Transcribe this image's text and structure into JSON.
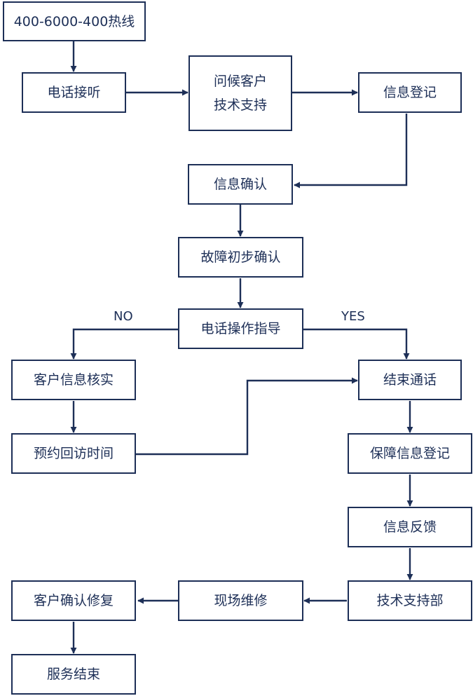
{
  "colors": {
    "stroke": "#1d2f57",
    "background": "#ffffff"
  },
  "nodes": {
    "hotline": "400-6000-400热线",
    "answer": "电话接听",
    "greet_line1": "问候客户",
    "greet_line2": "技术支持",
    "register": "信息登记",
    "confirm": "信息确认",
    "fault": "故障初步确认",
    "guide": "电话操作指导",
    "verify": "客户信息核实",
    "appointment": "预约回访时间",
    "end_call": "结束通话",
    "warranty": "保障信息登记",
    "feedback": "信息反馈",
    "tech_dept": "技术支持部",
    "onsite": "现场维修",
    "customer_confirm": "客户确认修复",
    "service_end": "服务结束"
  },
  "labels": {
    "no": "NO",
    "yes": "YES"
  }
}
